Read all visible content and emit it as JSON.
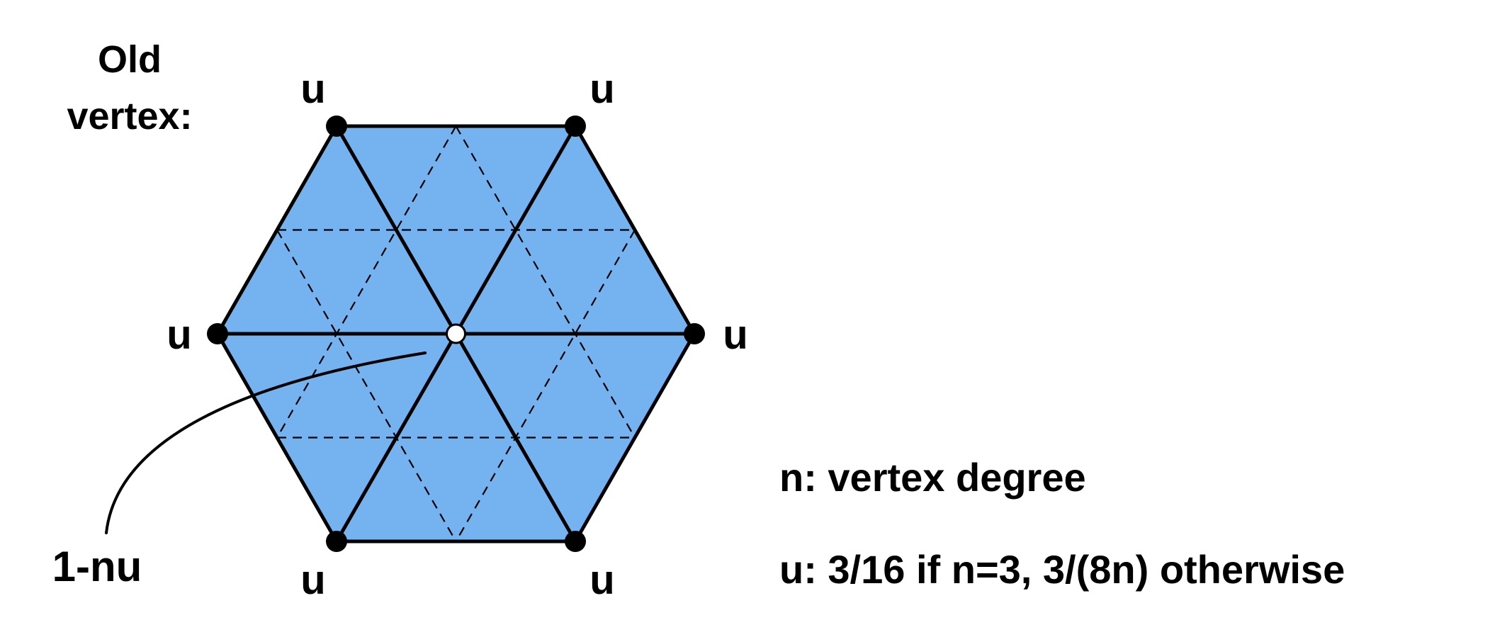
{
  "title_lines": [
    "Old",
    "vertex:"
  ],
  "vertex_labels": {
    "top_left": "u",
    "top_right": "u",
    "left": "u",
    "right": "u",
    "bottom_left": "u",
    "bottom_right": "u"
  },
  "center_label": "1-nu",
  "legend": {
    "line1": "n: vertex degree",
    "line2": "u: 3/16 if n=3, 3/(8n) otherwise"
  },
  "colors": {
    "fill": "#75b2f0",
    "stroke": "#000000"
  }
}
